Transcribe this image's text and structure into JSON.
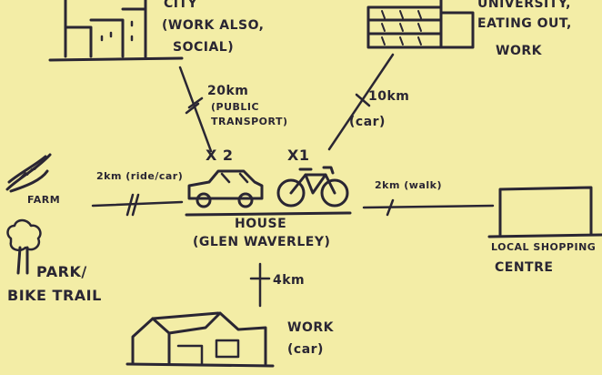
{
  "nodes": {
    "city": {
      "line1": "CITY",
      "line2": "(WORK ALSO,",
      "line3": "SOCIAL)"
    },
    "university": {
      "line1": "UNIVERSITY,",
      "line2": "EATING OUT,",
      "line3": "WORK"
    },
    "farm": {
      "label": "FARM"
    },
    "park": {
      "line1": "PARK/",
      "line2": "BIKE TRAIL"
    },
    "house": {
      "line1": "HOUSE",
      "line2": "(GLEN WAVERLEY)"
    },
    "shopping": {
      "line1": "LOCAL SHOPPING",
      "line2": "CENTRE"
    },
    "work": {
      "line1": "WORK",
      "line2": "(car)"
    }
  },
  "edges": {
    "city": {
      "distance": "20km",
      "mode1": "(PUBLIC",
      "mode2": "TRANSPORT)"
    },
    "university": {
      "distance": "10km",
      "mode": "(car)"
    },
    "farm": {
      "label": "2km (ride/car)"
    },
    "shopping": {
      "label": "2km (walk)"
    },
    "work": {
      "label": "4km"
    }
  },
  "vehicles": {
    "car_count": "X 2",
    "bike_count": "X1"
  },
  "colors": {
    "paper": "#f3eda6",
    "ink": "#2a2633"
  }
}
